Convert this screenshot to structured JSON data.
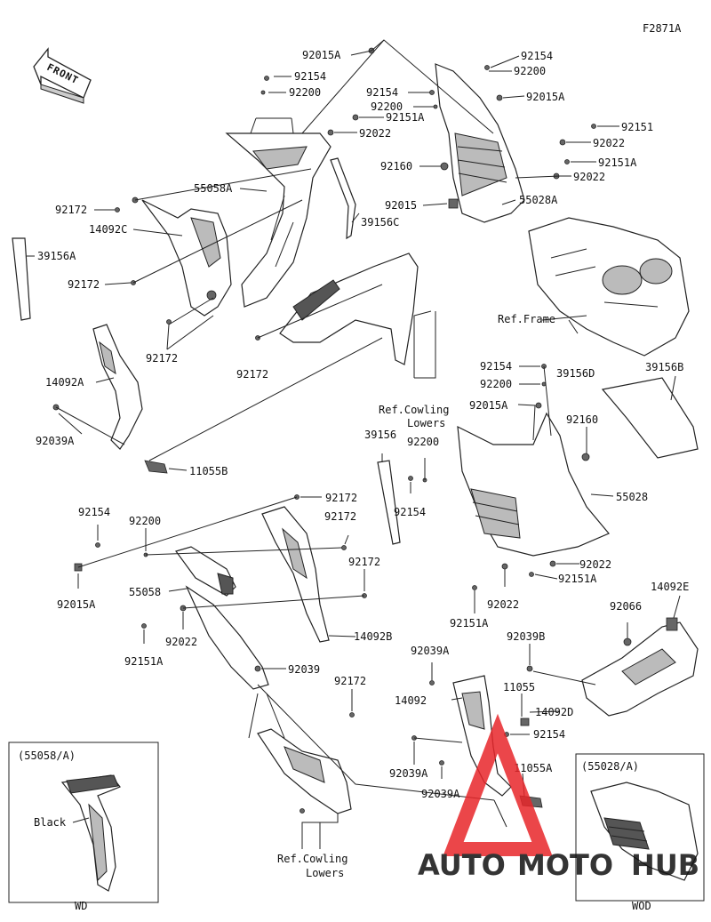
{
  "diagram_id": "F2871A",
  "front_label": "FRONT",
  "labels": {
    "p92015A_top": "92015A",
    "p92154_a": "92154",
    "p92200_a": "92200",
    "p92154_b": "92154",
    "p92200_b": "92200",
    "p92154_c": "92154",
    "p92200_c": "92200",
    "p92015A_b": "92015A",
    "p92151A_a": "92151A",
    "p92022_a": "92022",
    "p92151_a": "92151",
    "p92022_b": "92022",
    "p92151A_b": "92151A",
    "p92022_c": "92022",
    "p92160_a": "92160",
    "p55028A": "55028A",
    "p92015": "92015",
    "p55058A": "55058A",
    "p92172_a": "92172",
    "p14092C": "14092C",
    "p39156C": "39156C",
    "p39156A": "39156A",
    "p92172_b": "92172",
    "p92172_c": "92172",
    "p92172_d": "92172",
    "ref_frame": "Ref.Frame",
    "p14092A": "14092A",
    "p92154_d": "92154",
    "p39156D": "39156D",
    "p39156B": "39156B",
    "p92200_d": "92200",
    "ref_cowling_lowers_1a": "Ref.Cowling",
    "ref_cowling_lowers_1b": "Lowers",
    "p92039A_a": "92039A",
    "p92015A_c": "92015A",
    "p92160_b": "92160",
    "p39156": "39156",
    "p92200_e": "92200",
    "p11055B": "11055B",
    "p55028": "55028",
    "p92154_e": "92154",
    "p92172_e": "92172",
    "p92154_f": "92154",
    "p92200_f": "92200",
    "p92172_f": "92172",
    "p92172_g": "92172",
    "p92015A_d": "92015A",
    "p55058": "55058",
    "p92022_d": "92022",
    "p92151A_c": "92151A",
    "p92022_e": "92022",
    "p92151A_d": "92151A",
    "p14092E": "14092E",
    "p92066": "92066",
    "p14092B": "14092B",
    "p92022_f": "92022",
    "p92151A_e": "92151A",
    "p92039B": "92039B",
    "p92039": "92039",
    "p92039A_b": "92039A",
    "p92172_h": "92172",
    "p11055": "11055",
    "p14092": "14092",
    "p14092D": "14092D",
    "p92154_g": "92154",
    "p92039A_c": "92039A",
    "p11055A": "11055A",
    "p92039A_d": "92039A",
    "ref_cowling_lowers_2a": "Ref.Cowling",
    "ref_cowling_lowers_2b": "Lowers"
  },
  "inset_left": {
    "title": "(55058/A)",
    "callout": "Black",
    "caption": "WD"
  },
  "inset_right": {
    "title": "(55028/A)",
    "caption": "WOD"
  },
  "watermark": {
    "text_a": "AUTO",
    "text_b": "MOTO",
    "text_c": "HUB",
    "color_red": "#e8262a",
    "color_orange": "#f5a623"
  }
}
